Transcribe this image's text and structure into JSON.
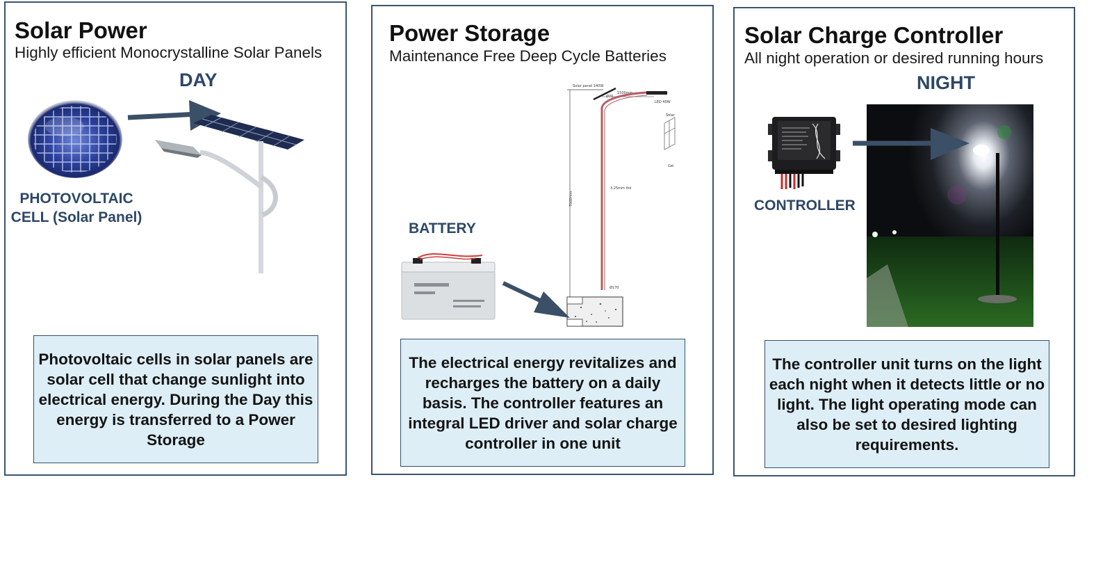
{
  "panels": [
    {
      "title": "Solar Power",
      "subtitle": "Highly efficient Monocrystalline Solar Panels",
      "tag": "DAY",
      "component_label": "PHOTOVOLTAIC CELL (Solar Panel)",
      "description": "Photovoltaic cells in solar panels are solar cell that change sunlight into electrical energy. During the Day this energy is transferred to a Power Storage"
    },
    {
      "title": "Power Storage",
      "subtitle": "Maintenance Free Deep Cycle Batteries",
      "component_label": "BATTERY",
      "description": "The electrical energy revitalizes and recharges the battery on a daily basis. The controller features an integral LED driver and solar charge controller in one unit",
      "drawing_labels": {
        "solar_panel": "Solar panel 140W",
        "arm": "1500mm",
        "led": "LED 40W",
        "solar": "Solar",
        "gel": "Gel",
        "top_dia": "Ø70",
        "wall": "3.25mm thk",
        "height": "7000mm",
        "base_dia": "Ø170"
      }
    },
    {
      "title": "Solar Charge Controller",
      "subtitle": "All night operation or desired running hours",
      "tag": "NIGHT",
      "component_label": "CONTROLLER",
      "description": "The controller unit turns on the light each night when it detects little or no light. The light operating mode can also be set to desired lighting requirements."
    }
  ],
  "colors": {
    "border": "#3a5470",
    "label": "#2d4766",
    "arrow": "#3b5067",
    "description_bg": "#ddeef6"
  }
}
